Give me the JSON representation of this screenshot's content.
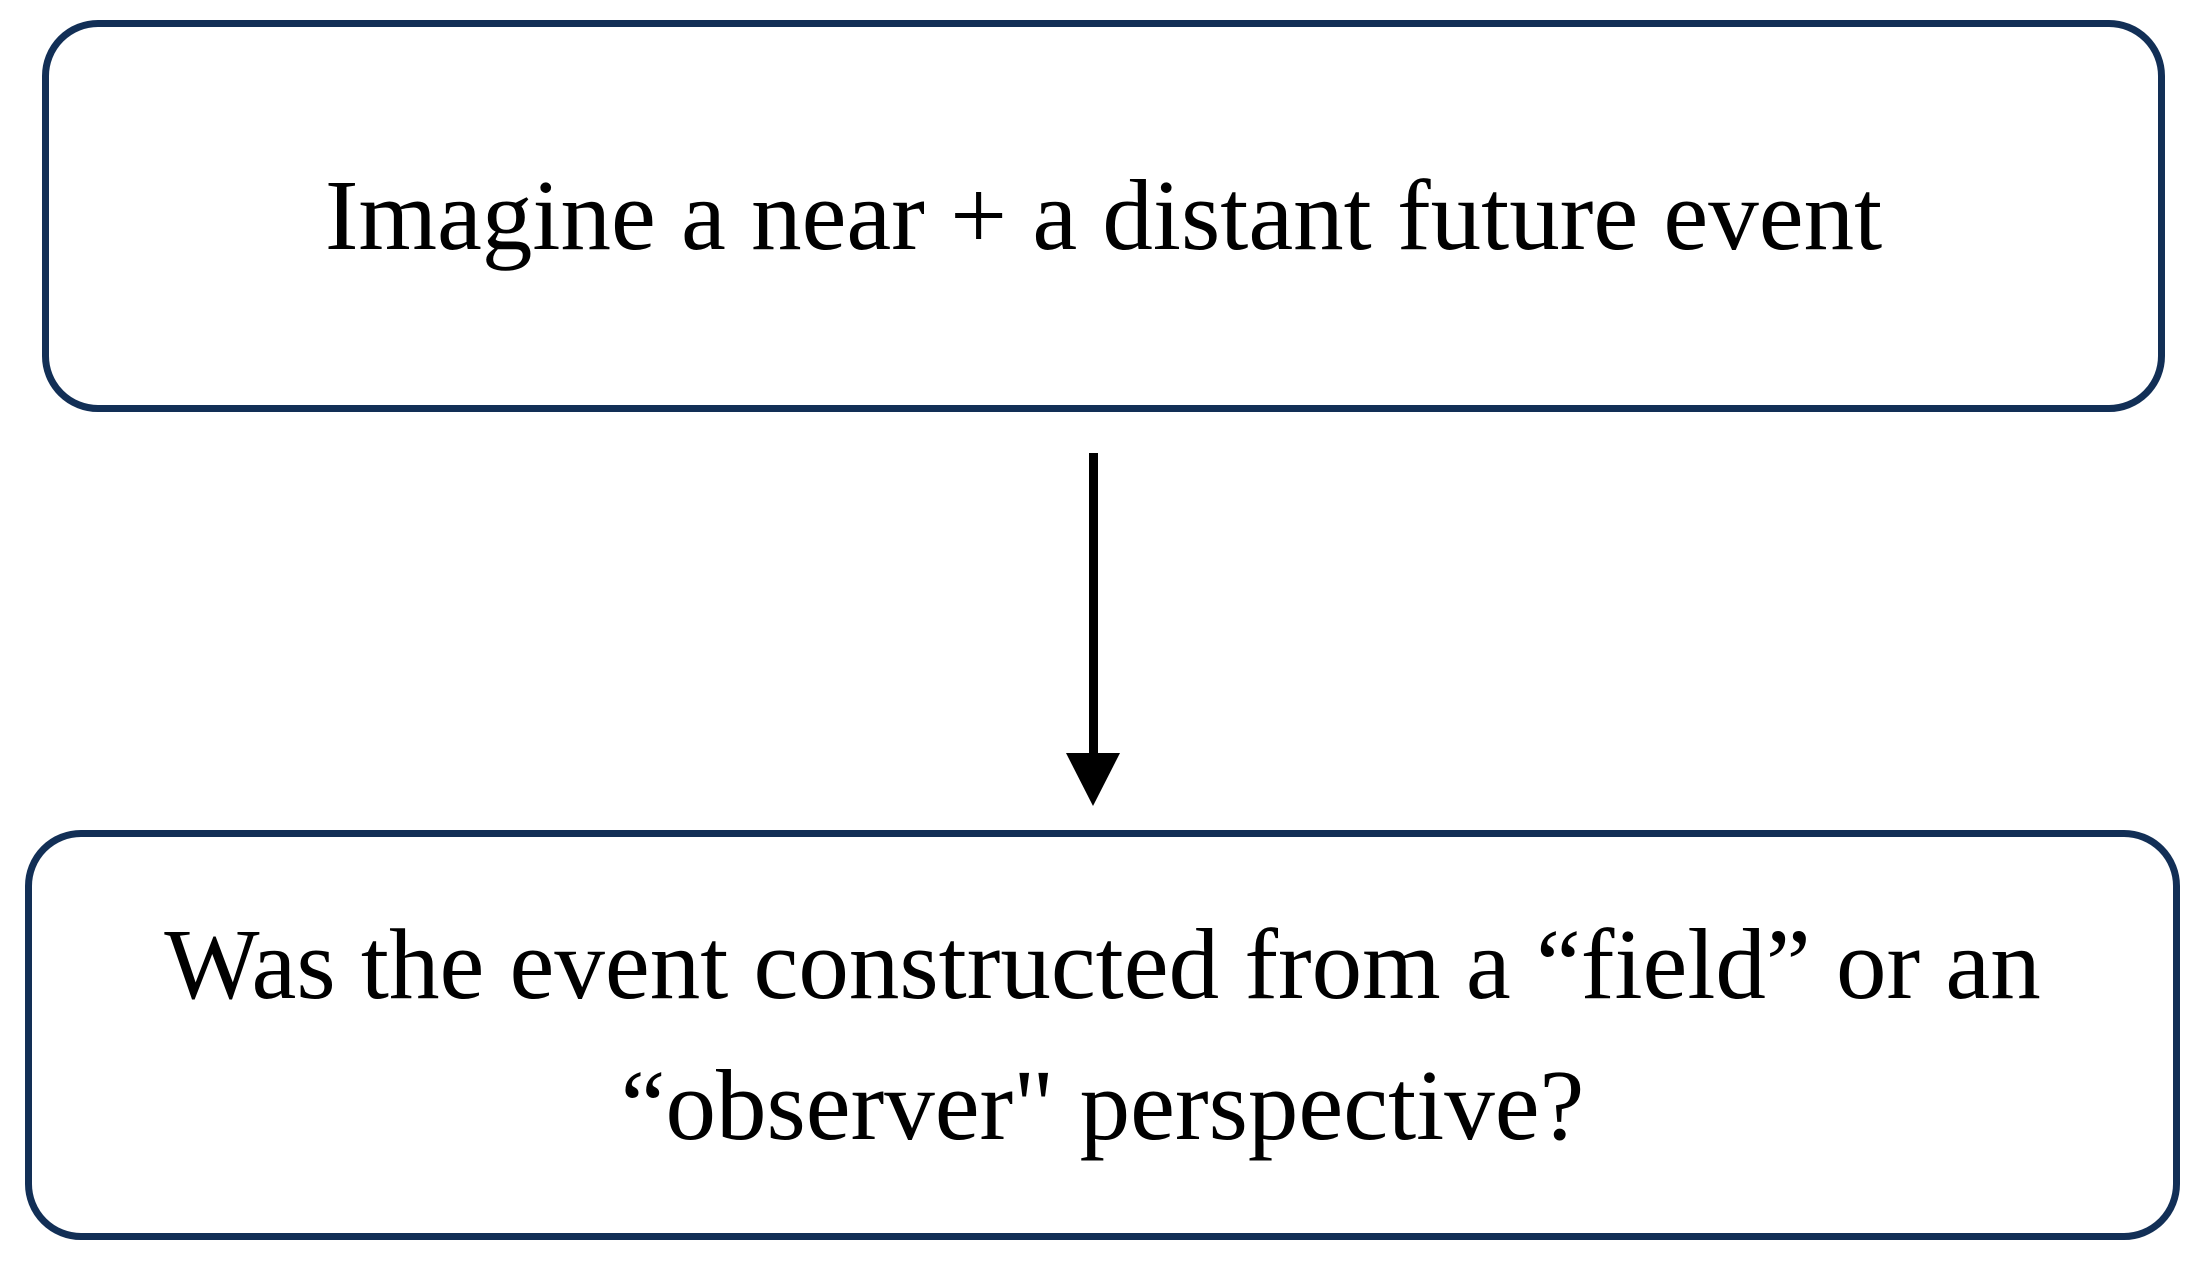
{
  "flowchart": {
    "step1": {
      "text": "Imagine a near + a distant future event"
    },
    "step2": {
      "line1": "Was the event constructed from a “field” or an",
      "line2": "“observer\" perspective?"
    },
    "arrow": {
      "direction": "down"
    }
  },
  "colors": {
    "box_border": "#122F56",
    "text": "#000000",
    "arrow": "#000000",
    "background": "#FFFFFF"
  }
}
